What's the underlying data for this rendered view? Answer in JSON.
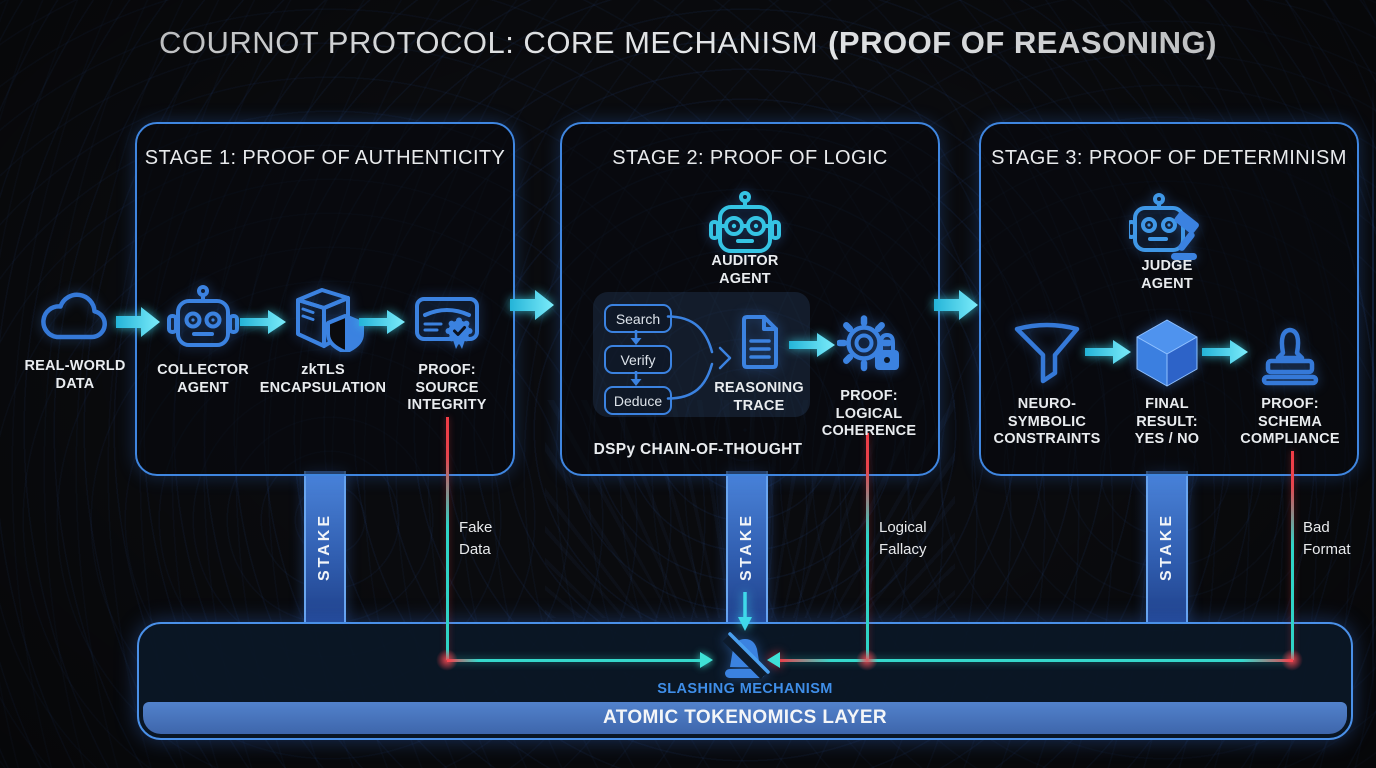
{
  "title": {
    "regular": "COURNOT PROTOCOL: CORE MECHANISM",
    "bold": "(PROOF OF REASONING)"
  },
  "source": {
    "label": "REAL-WORLD\nDATA"
  },
  "stage1": {
    "title": "STAGE 1: PROOF OF AUTHENTICITY",
    "collector_label": "COLLECTOR\nAGENT",
    "zktls_label": "zkTLS\nENCAPSULATION",
    "proof_label": "PROOF:\nSOURCE\nINTEGRITY"
  },
  "stage2": {
    "title": "STAGE 2: PROOF OF LOGIC",
    "auditor_label": "AUDITOR\nAGENT",
    "steps": [
      "Search",
      "Verify",
      "Deduce"
    ],
    "trace_label": "REASONING\nTRACE",
    "proof_label": "PROOF:\nLOGICAL\nCOHERENCE",
    "caption": "DSPy CHAIN-OF-THOUGHT"
  },
  "stage3": {
    "title": "STAGE 3: PROOF OF DETERMINISM",
    "judge_label": "JUDGE\nAGENT",
    "constraints_label": "NEURO-\nSYMBOLIC\nCONSTRAINTS",
    "result_label": "FINAL\nRESULT:\nYES / NO",
    "proof_label": "PROOF:\nSCHEMA\nCOMPLIANCE"
  },
  "stake": {
    "label": "STAKE"
  },
  "penalties": {
    "fake_data": "Fake\nData",
    "logical_fallacy": "Logical\nFallacy",
    "bad_format": "Bad\nFormat"
  },
  "slashing": {
    "label": "SLASHING MECHANISM"
  },
  "tokenomics": {
    "label": "ATOMIC TOKENOMICS LAYER"
  },
  "colors": {
    "accent_blue": "#3b82e0",
    "cyan": "#3fd9ea",
    "red": "#e8444e",
    "stake_blue": "#3a6fc4",
    "tokenomics_bar": "#4a77c4",
    "slashing_text": "#3f8ee8",
    "label_white": "#e9ecef"
  }
}
